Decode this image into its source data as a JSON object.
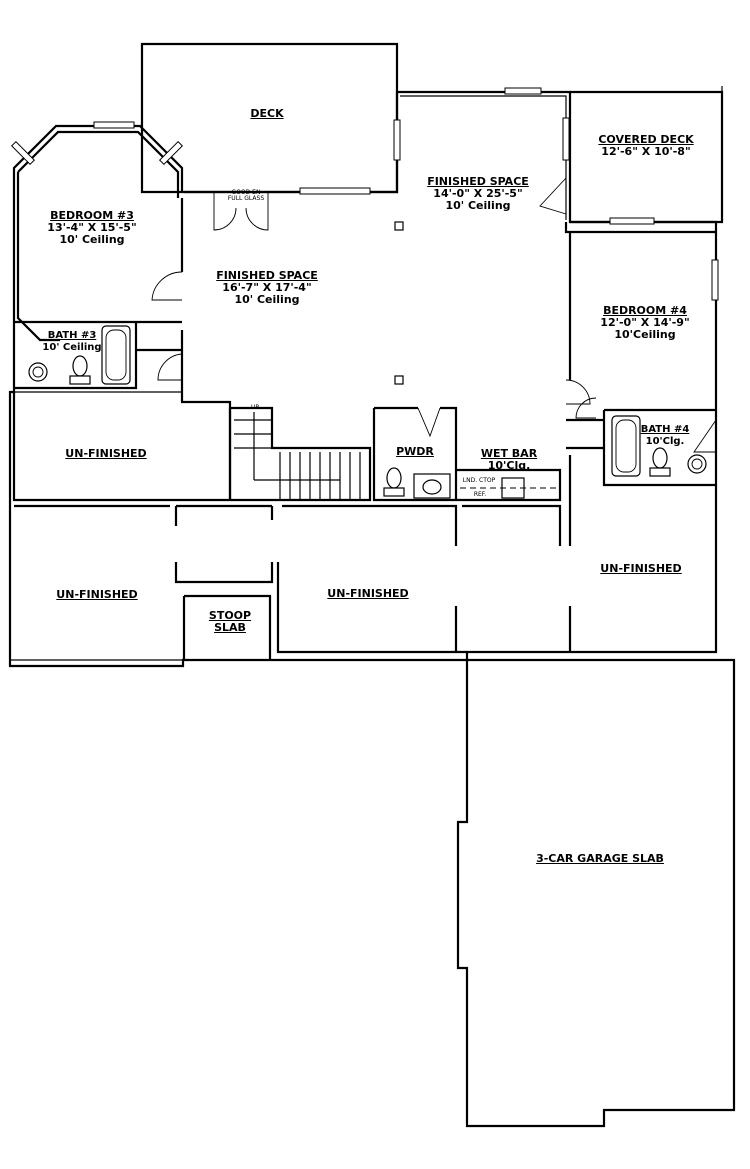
{
  "rooms": {
    "deck": {
      "name": "DECK"
    },
    "covered_deck": {
      "name": "COVERED DECK",
      "dims": "12'-6\" X 10'-8\""
    },
    "bedroom3": {
      "name": "BEDROOM #3",
      "dims": "13'-4\" X 15'-5\"",
      "ceiling": "10' Ceiling"
    },
    "finished_space_center": {
      "name": "FINISHED SPACE",
      "dims": "16'-7\" X 17'-4\"",
      "ceiling": "10' Ceiling"
    },
    "finished_space_right": {
      "name": "FINISHED SPACE",
      "dims": "14'-0\" X 25'-5\"",
      "ceiling": "10' Ceiling"
    },
    "bedroom4": {
      "name": "BEDROOM #4",
      "dims": "12'-0\" X 14'-9\"",
      "ceiling": "10'Ceiling"
    },
    "bath3": {
      "name": "BATH #3",
      "ceiling": "10' Ceiling"
    },
    "bath4": {
      "name": "BATH #4",
      "ceiling": "10'Clg."
    },
    "pwdr": {
      "name": "PWDR"
    },
    "wet_bar": {
      "name": "WET BAR",
      "ceiling": "10'Clg."
    },
    "unfinished_left_upper": {
      "name": "UN-FINISHED"
    },
    "unfinished_left_lower": {
      "name": "UN-FINISHED"
    },
    "unfinished_center": {
      "name": "UN-FINISHED"
    },
    "unfinished_right": {
      "name": "UN-FINISHED"
    },
    "stoop_slab": {
      "name": "STOOP",
      "line2": "SLAB"
    },
    "garage": {
      "name": "3-CAR GARAGE SLAB"
    }
  },
  "notes": {
    "door_note_1": "GOOD EN",
    "door_note_2": "FULL GLASS",
    "stair_up": "UP",
    "lnd_ctop": "LND. CTOP",
    "ref": "REF."
  }
}
